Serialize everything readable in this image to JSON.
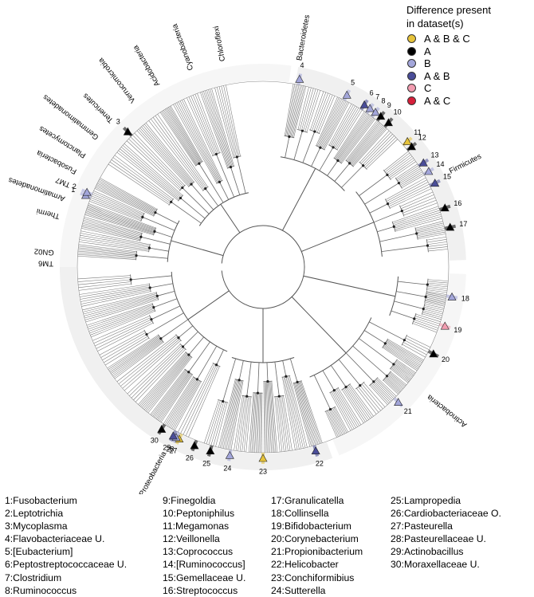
{
  "legend": {
    "title_line1": "Difference present",
    "title_line2": "in dataset(s)",
    "items": [
      {
        "label": "A & B & C",
        "color": "#e6c33a"
      },
      {
        "label": "A",
        "color": "#000000"
      },
      {
        "label": "B",
        "color": "#a3a6da"
      },
      {
        "label": "A & B",
        "color": "#4a4d99"
      },
      {
        "label": "C",
        "color": "#f29cb0"
      },
      {
        "label": "A & C",
        "color": "#d61f3a"
      }
    ]
  },
  "phyla": [
    {
      "label": "Bacteroidetes",
      "angle": 10
    },
    {
      "label": "Chloroflexi",
      "angle": -11
    },
    {
      "label": "Cyanobacteria",
      "angle": -20
    },
    {
      "label": "Acidobacteria",
      "angle": -30
    },
    {
      "label": "Verrucomicrobia",
      "angle": -38
    },
    {
      "label": "Tenericutes",
      "angle": -46
    },
    {
      "label": "Gemmatimonadetes",
      "angle": -52
    },
    {
      "label": "Planctomycetes",
      "angle": -58
    },
    {
      "label": "Fusobacteria",
      "angle": -63
    },
    {
      "label": "TM7",
      "angle": -67
    },
    {
      "label": "Armatimonadetes",
      "angle": -71
    },
    {
      "label": "Thermi",
      "angle": -76
    },
    {
      "label": "GN02",
      "angle": -86
    },
    {
      "label": "TM6",
      "angle": -89
    },
    {
      "label": "Firmicutes",
      "angle": 63
    },
    {
      "label": "Actinobacteria",
      "angle": 128
    },
    {
      "label": "Proteobacteria",
      "angle": 208
    }
  ],
  "markers": [
    {
      "num": "1",
      "angle": -68,
      "color": "#a3a6da"
    },
    {
      "num": "2",
      "angle": -67,
      "color": "#a3a6da"
    },
    {
      "num": "3",
      "angle": -45,
      "color": "#000000"
    },
    {
      "num": "4",
      "angle": 11,
      "color": "#a3a6da"
    },
    {
      "num": "5",
      "angle": 26,
      "color": "#a3a6da"
    },
    {
      "num": "6",
      "angle": 32,
      "color": "#4a4d99"
    },
    {
      "num": "7",
      "angle": 34,
      "color": "#a3a6da"
    },
    {
      "num": "8",
      "angle": 36,
      "color": "#a3a6da"
    },
    {
      "num": "9",
      "angle": 38,
      "color": "#000000"
    },
    {
      "num": "10",
      "angle": 41,
      "color": "#000000"
    },
    {
      "num": "11",
      "angle": 49,
      "color": "#e6c33a"
    },
    {
      "num": "12",
      "angle": 51,
      "color": "#000000"
    },
    {
      "num": "13",
      "angle": 57,
      "color": "#4a4d99"
    },
    {
      "num": "14",
      "angle": 60,
      "color": "#a3a6da"
    },
    {
      "num": "15",
      "angle": 64,
      "color": "#4a4d99"
    },
    {
      "num": "16",
      "angle": 72,
      "color": "#000000"
    },
    {
      "num": "17",
      "angle": 78,
      "color": "#000000"
    },
    {
      "num": "18",
      "angle": 99,
      "color": "#a3a6da"
    },
    {
      "num": "19",
      "angle": 108,
      "color": "#f29cb0"
    },
    {
      "num": "20",
      "angle": 117,
      "color": "#000000"
    },
    {
      "num": "21",
      "angle": 135,
      "color": "#a3a6da"
    },
    {
      "num": "22",
      "angle": 164,
      "color": "#4a4d99"
    },
    {
      "num": "23",
      "angle": 180,
      "color": "#e6c33a"
    },
    {
      "num": "24",
      "angle": 190,
      "color": "#a3a6da"
    },
    {
      "num": "25",
      "angle": 196,
      "color": "#000000"
    },
    {
      "num": "26",
      "angle": 201,
      "color": "#000000"
    },
    {
      "num": "27",
      "angle": 206,
      "color": "#e6c33a"
    },
    {
      "num": "28",
      "angle": 207,
      "color": "#a3a6da"
    },
    {
      "num": "29",
      "angle": 208,
      "color": "#4a4d99"
    },
    {
      "num": "30",
      "angle": 212,
      "color": "#000000"
    }
  ],
  "genus_list": {
    "col1": [
      "1:Fusobacterium",
      "2:Leptotrichia",
      "3:Mycoplasma",
      "4:Flavobacteriaceae U.",
      "5:[Eubacterium]",
      "6:Peptostreptococcaceae U.",
      "7:Clostridium",
      "8:Ruminococcus"
    ],
    "col2": [
      "9:Finegoldia",
      "10:Peptoniphilus",
      "11:Megamonas",
      "12:Veillonella",
      "13:Coprococcus",
      "14:[Ruminococcus]",
      "15:Gemellaceae U.",
      "16:Streptococcus"
    ],
    "col3": [
      "17:Granulicatella",
      "18:Collinsella",
      "19:Bifidobacterium",
      "20:Corynebacterium",
      "21:Propionibacterium",
      "22:Helicobacter",
      "23:Conchiformibius",
      "24:Sutterella"
    ],
    "col4": [
      "25:Lampropedia",
      "26:Cardiobacteriaceae O.",
      "27:Pasteurella",
      "28:Pasteurellaceae U.",
      "29:Actinobacillus",
      "30:Moraxellaceae U."
    ]
  }
}
